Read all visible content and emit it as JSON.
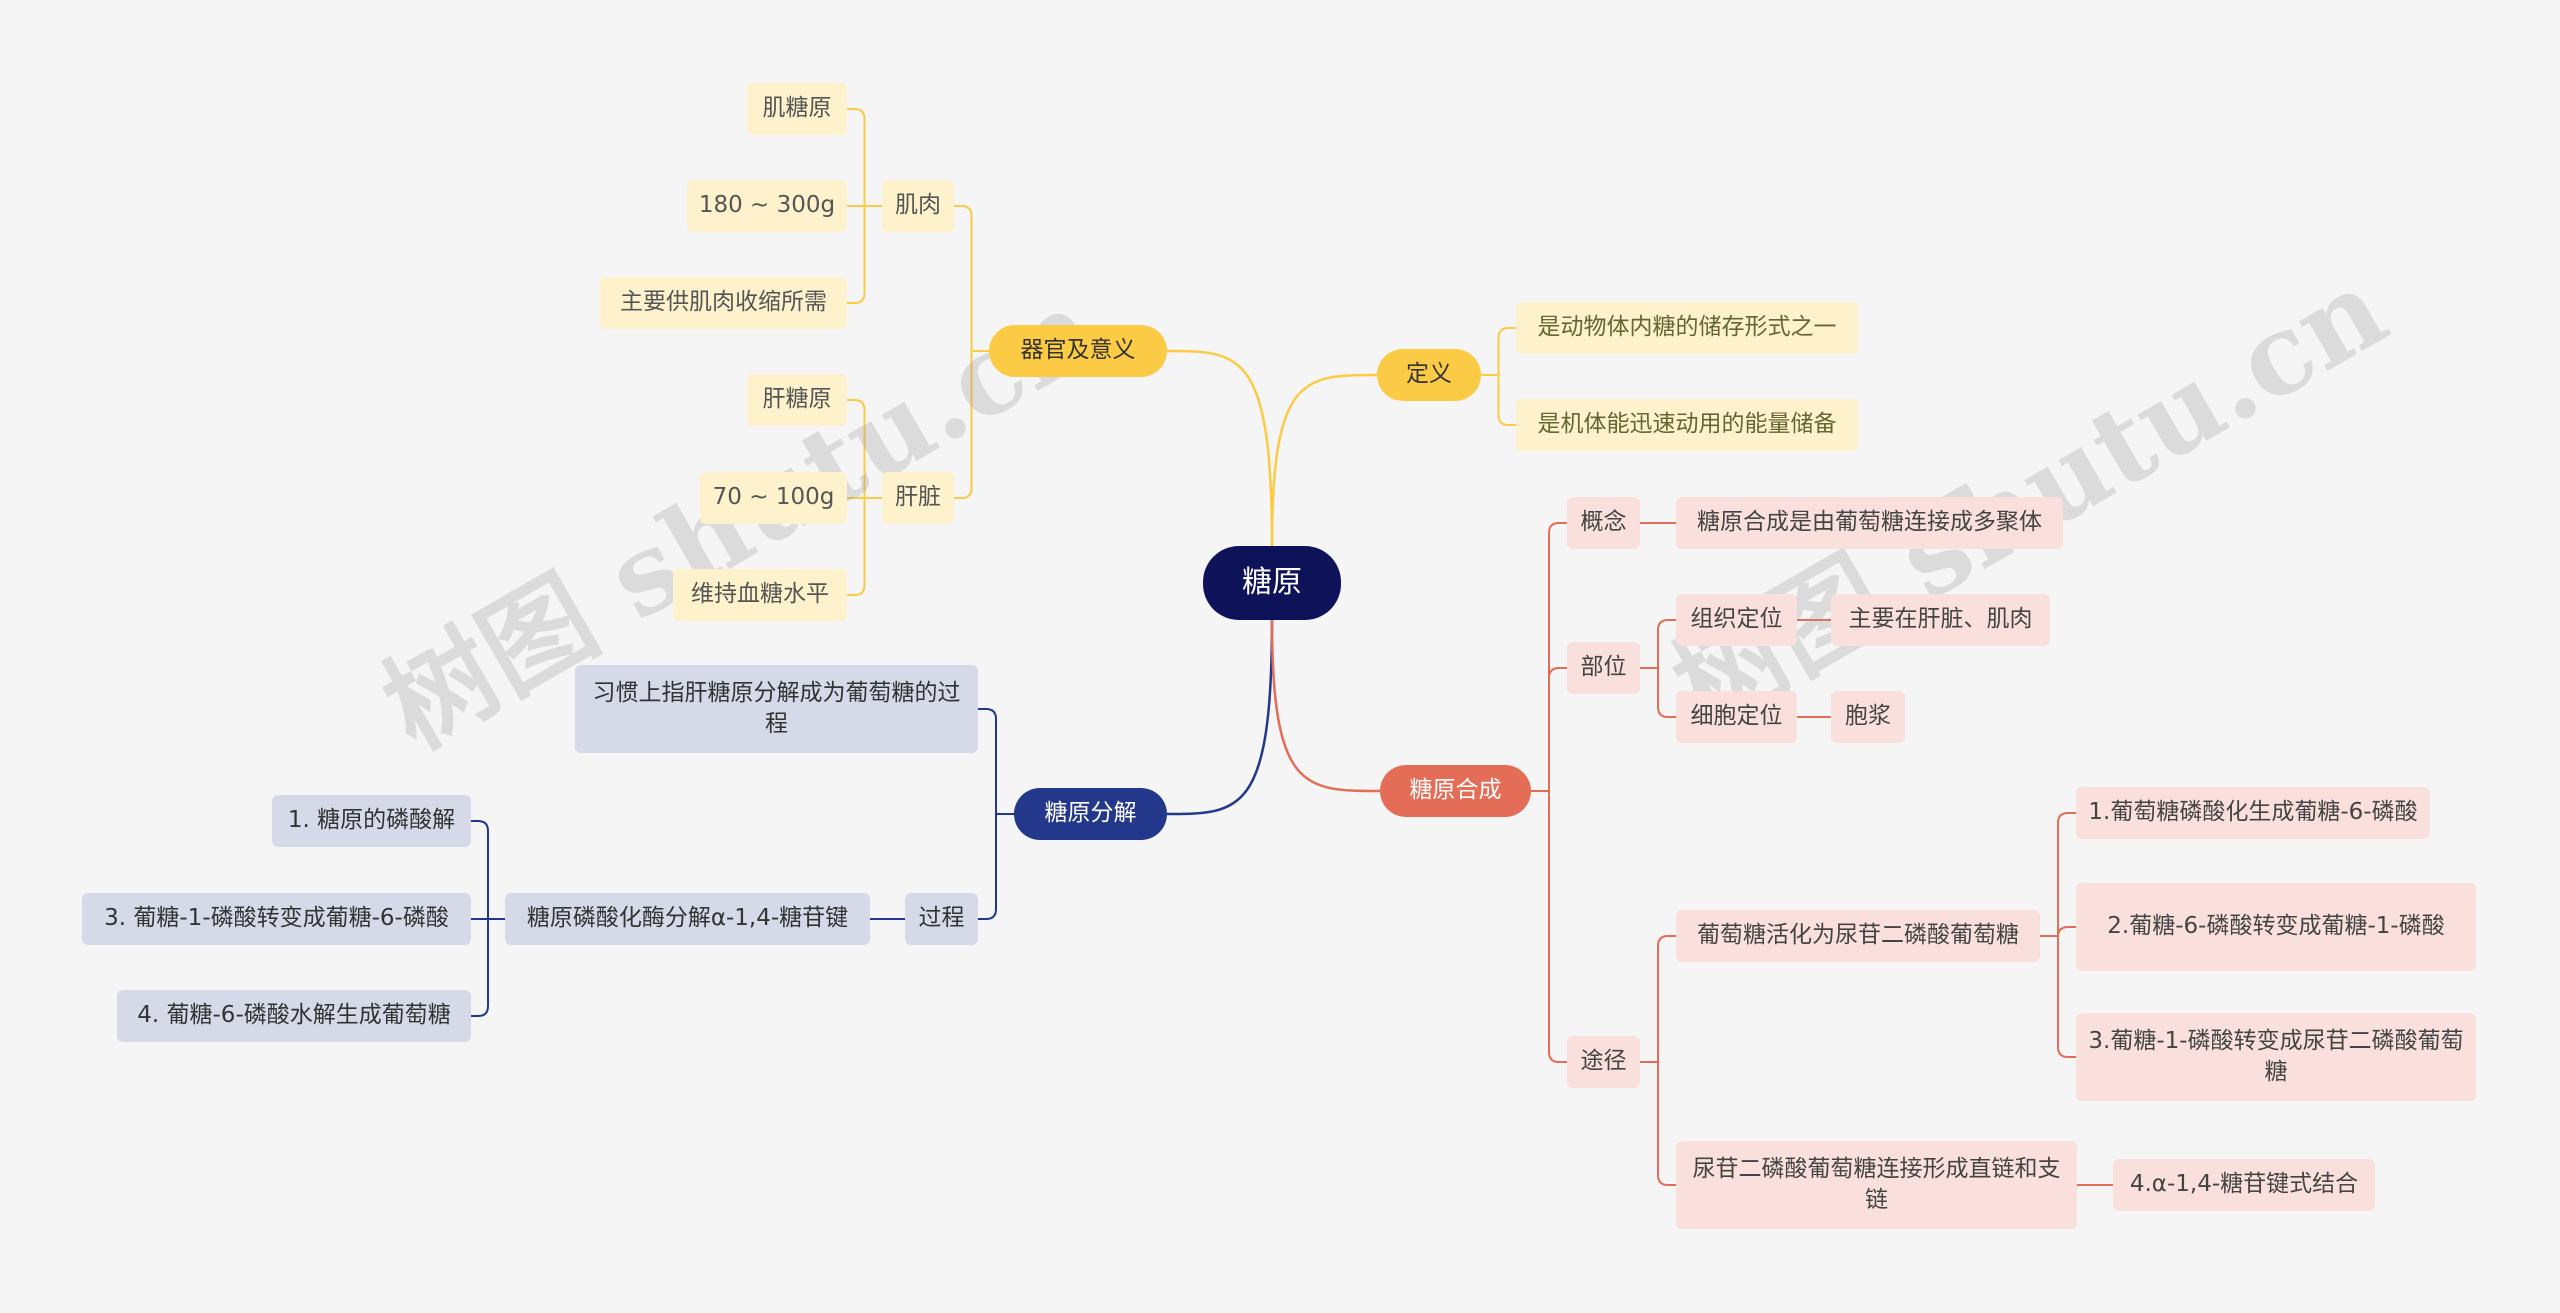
{
  "root": "糖原",
  "branches": {
    "organ": {
      "label": "器官及意义",
      "muscle": {
        "label": "肌肉",
        "items": [
          "肌糖原",
          "180 ~ 300g",
          "主要供肌肉收缩所需"
        ]
      },
      "liver": {
        "label": "肝脏",
        "items": [
          "肝糖原",
          "70 ~ 100g",
          "维持血糖水平"
        ]
      }
    },
    "definition": {
      "label": "定义",
      "items": [
        "是动物体内糖的储存形式之一",
        "是机体能迅速动用的能量储备"
      ]
    },
    "breakdown": {
      "label": "糖原分解",
      "desc": "习惯上指肝糖原分解成为葡萄糖的过程",
      "process": {
        "label": "过程",
        "step": "糖原磷酸化酶分解α-1,4-糖苷键",
        "substeps": [
          "1. 糖原的磷酸解",
          "3. 葡糖-1-磷酸转变成葡糖-6-磷酸",
          "4. 葡糖-6-磷酸水解生成葡萄糖"
        ]
      }
    },
    "synthesis": {
      "label": "糖原合成",
      "concept": {
        "label": "概念",
        "value": "糖原合成是由葡萄糖连接成多聚体"
      },
      "location": {
        "label": "部位",
        "tissue": {
          "label": "组织定位",
          "value": "主要在肝脏、肌肉"
        },
        "cell": {
          "label": "细胞定位",
          "value": "胞浆"
        }
      },
      "pathway": {
        "label": "途径",
        "activation": {
          "label": "葡萄糖活化为尿苷二磷酸葡萄糖",
          "steps": [
            "1.葡萄糖磷酸化生成葡糖-6-磷酸",
            "2.葡糖-6-磷酸转变成葡糖-1-磷酸",
            "3.葡糖-1-磷酸转变成尿苷二磷酸葡萄糖"
          ]
        },
        "linking": {
          "label": "尿苷二磷酸葡萄糖连接形成直链和支链",
          "step": "4.α-1,4-糖苷键式结合"
        }
      }
    }
  },
  "watermark": "树图 shutu.cn",
  "colors": {
    "root": "#0e1258",
    "yellow": "#fccb45",
    "yellow_light": "#fdf2cc",
    "navy": "#23388a",
    "navy_light": "#d5d9e8",
    "red": "#e36d57",
    "red_light": "#fae0dc"
  }
}
